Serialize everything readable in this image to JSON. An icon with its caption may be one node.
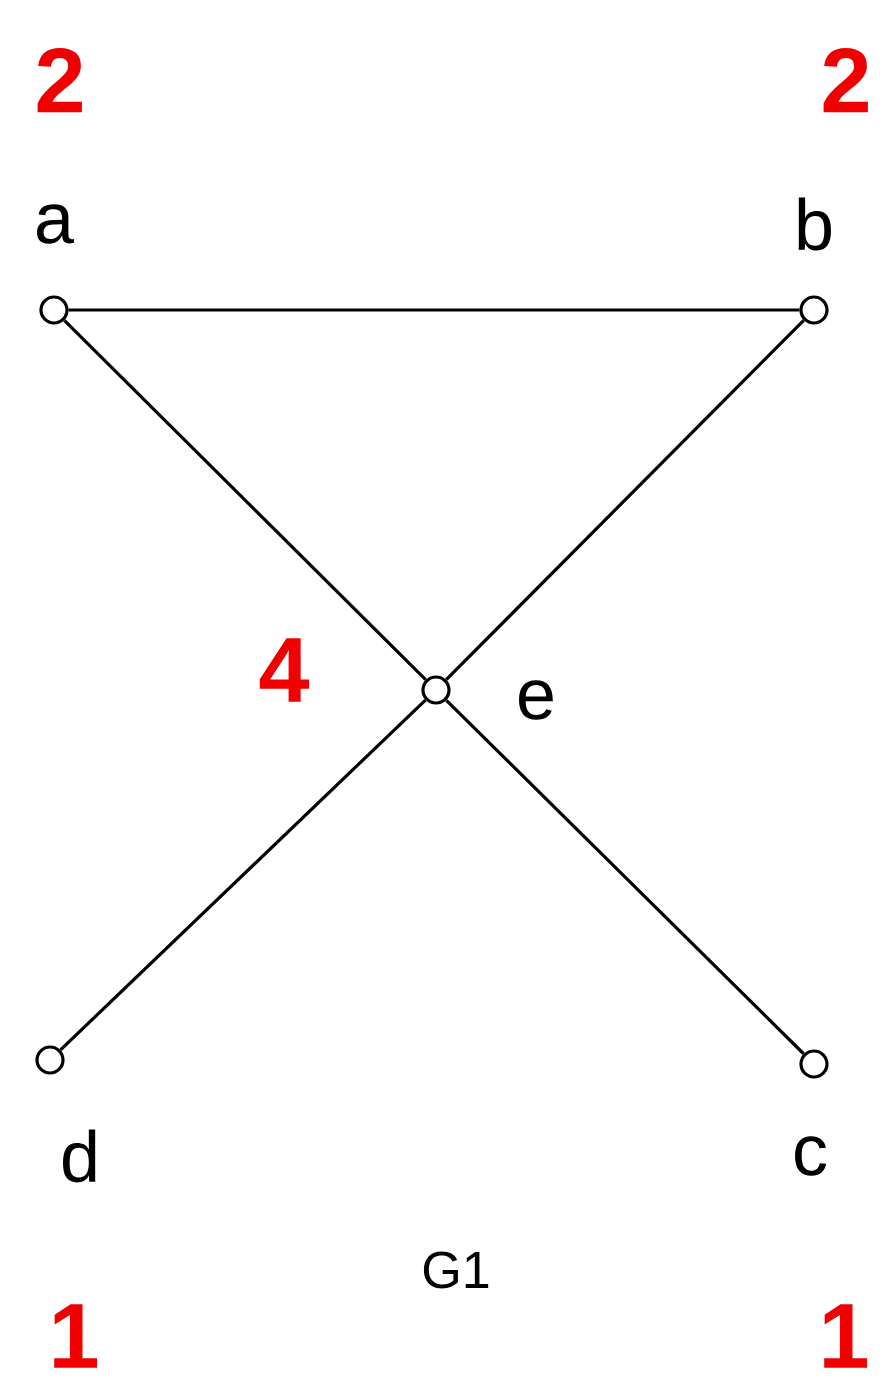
{
  "diagram": {
    "caption": "G1",
    "nodes": [
      {
        "text": [],
        "shape": "circle",
        "beside": [
          "a"
        ]
      },
      {
        "text": [],
        "shape": "circle",
        "beside": [
          "b"
        ]
      },
      {
        "text": [],
        "shape": "circle",
        "beside": [
          "e"
        ]
      },
      {
        "text": [],
        "shape": "circle",
        "beside": [
          "d"
        ]
      },
      {
        "text": [],
        "shape": "circle",
        "beside": [
          "c"
        ]
      }
    ],
    "edges": [
      {
        "from": 0,
        "to": 1,
        "arrow": "none"
      },
      {
        "from": 0,
        "to": 2,
        "arrow": "none"
      },
      {
        "from": 1,
        "to": 2,
        "arrow": "none"
      },
      {
        "from": 2,
        "to": 3,
        "arrow": "none"
      },
      {
        "from": 2,
        "to": 4,
        "arrow": "none"
      }
    ],
    "labels": [
      "2",
      "2",
      "4",
      "1",
      "1"
    ]
  }
}
